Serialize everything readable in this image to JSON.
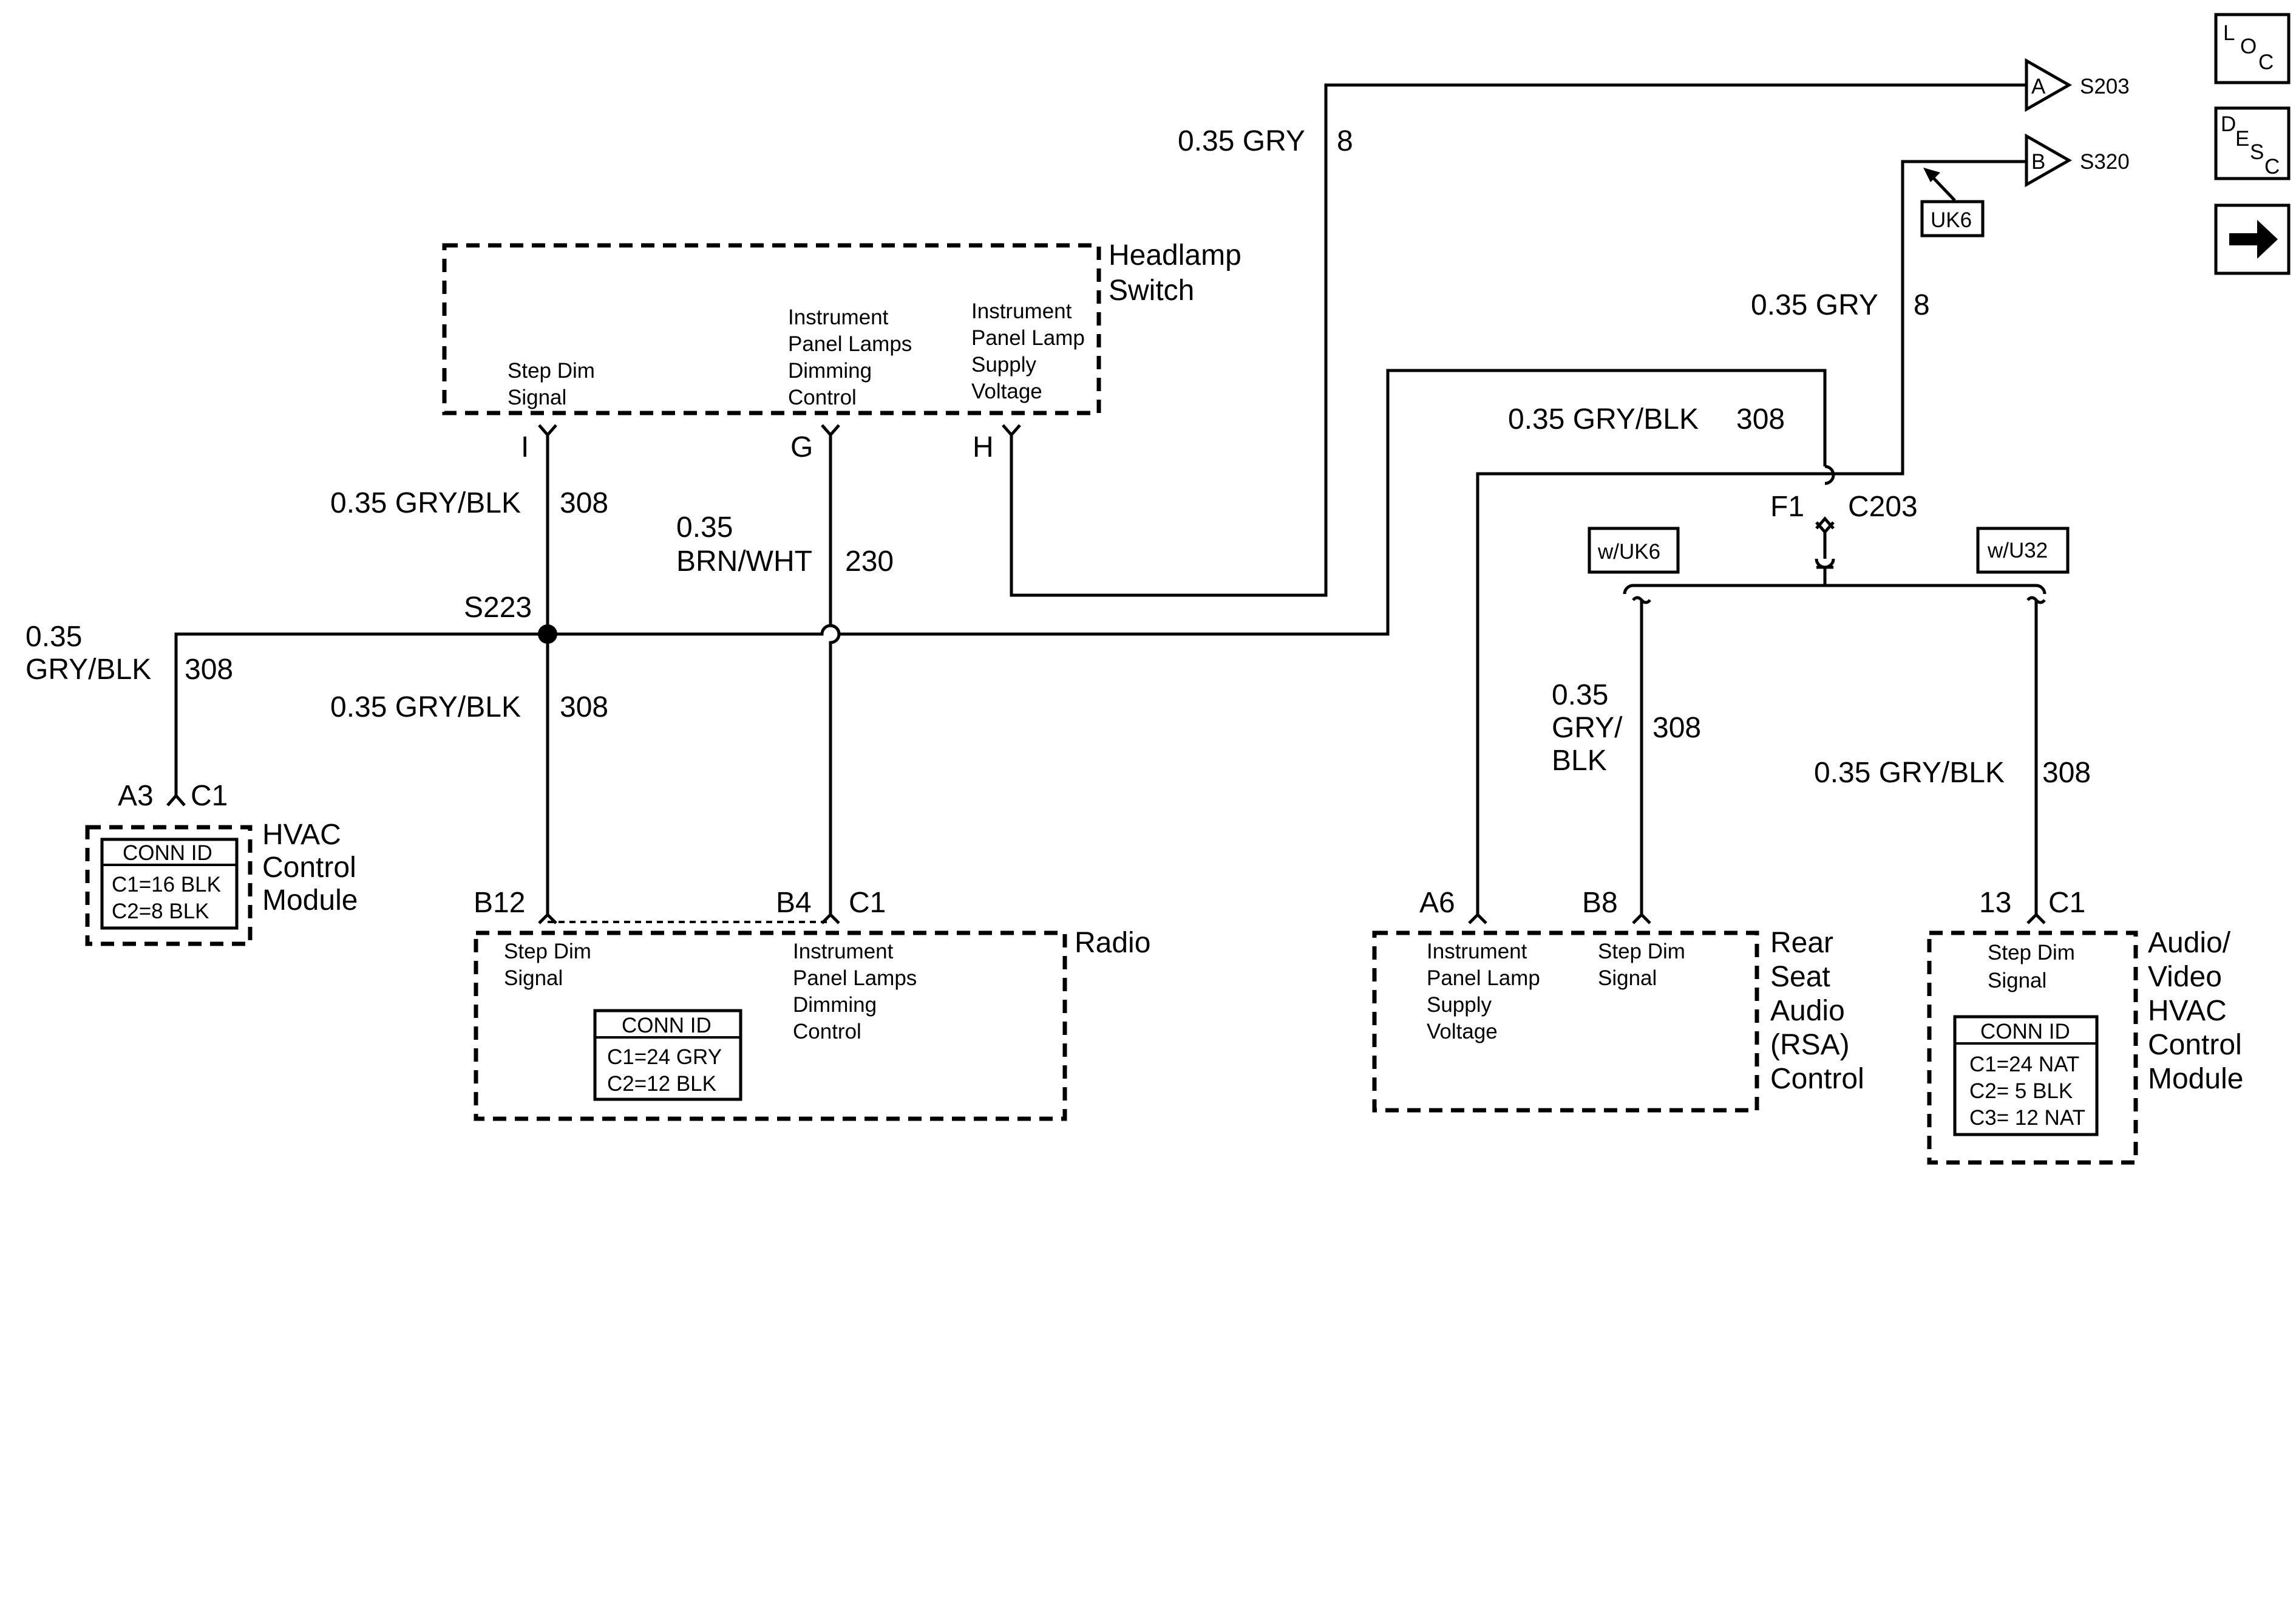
{
  "nav": {
    "loc": {
      "l1": "L",
      "l2": "O",
      "l3": "C"
    },
    "desc": {
      "l1": "D",
      "l2": "E",
      "l3": "S",
      "l4": "C"
    }
  },
  "icons": {
    "nav_next": "right-arrow-icon"
  },
  "headlamp_switch": {
    "title_line1": "Headlamp",
    "title_line2": "Switch",
    "pin_i": {
      "line1": "Step Dim",
      "line2": "Signal",
      "pin": "I"
    },
    "pin_g": {
      "line1": "Instrument",
      "line2": "Panel Lamps",
      "line3": "Dimming",
      "line4": "Control",
      "pin": "G"
    },
    "pin_h": {
      "line1": "Instrument",
      "line2": "Panel Lamp",
      "line3": "Supply",
      "line4": "Voltage",
      "pin": "H"
    }
  },
  "wires": {
    "w_top_gry": {
      "size_color": "0.35 GRY",
      "circuit": "8"
    },
    "w_right_gry": {
      "size_color": "0.35 GRY",
      "circuit": "8"
    },
    "w_right_gryblk": {
      "size_color": "0.35 GRY/BLK",
      "circuit": "308"
    },
    "w_i_upper": {
      "size_color": "0.35 GRY/BLK",
      "circuit": "308"
    },
    "w_g": {
      "line1": "0.35",
      "line2": "BRN/WHT",
      "circuit": "230"
    },
    "w_i_lower": {
      "size_color": "0.35 GRY/BLK",
      "circuit": "308"
    },
    "w_hvac": {
      "line1": "0.35",
      "line2": "GRY/BLK",
      "circuit": "308"
    },
    "w_rsa": {
      "line1": "0.35",
      "line2": "GRY/",
      "line3": "BLK",
      "circuit": "308"
    },
    "w_avhvac": {
      "size_color": "0.35 GRY/BLK",
      "circuit": "308"
    }
  },
  "splice": {
    "s223": "S223"
  },
  "offpage": {
    "a": {
      "letter": "A",
      "ref": "S203"
    },
    "b": {
      "letter": "B",
      "ref": "S320"
    },
    "uk6": "UK6"
  },
  "connector_c203": {
    "pin": "F1",
    "name": "C203"
  },
  "options": {
    "uk6": "w/UK6",
    "u32": "w/U32"
  },
  "hvac_module": {
    "pin": "A3",
    "conn": "C1",
    "title_line1": "HVAC",
    "title_line2": "Control",
    "title_line3": "Module",
    "conn_id": {
      "header": "CONN ID",
      "row1": "C1=16 BLK",
      "row2": "C2=8 BLK"
    }
  },
  "radio": {
    "title": "Radio",
    "pin_b12": "B12",
    "pin_b4": "B4",
    "conn": "C1",
    "step_dim": {
      "line1": "Step Dim",
      "line2": "Signal"
    },
    "ipl": {
      "line1": "Instrument",
      "line2": "Panel Lamps",
      "line3": "Dimming",
      "line4": "Control"
    },
    "conn_id": {
      "header": "CONN ID",
      "row1": "C1=24 GRY",
      "row2": "C2=12 BLK"
    }
  },
  "rsa": {
    "title_line1": "Rear",
    "title_line2": "Seat",
    "title_line3": "Audio",
    "title_line4": "(RSA)",
    "title_line5": "Control",
    "pin_a6": "A6",
    "pin_b8": "B8",
    "ipl": {
      "line1": "Instrument",
      "line2": "Panel Lamp",
      "line3": "Supply",
      "line4": "Voltage"
    },
    "step_dim": {
      "line1": "Step Dim",
      "line2": "Signal"
    }
  },
  "av_hvac": {
    "title_line1": "Audio/",
    "title_line2": "Video",
    "title_line3": "HVAC",
    "title_line4": "Control",
    "title_line5": "Module",
    "pin": "13",
    "conn": "C1",
    "step_dim": {
      "line1": "Step Dim",
      "line2": "Signal"
    },
    "conn_id": {
      "header": "CONN ID",
      "row1": "C1=24 NAT",
      "row2": "C2= 5 BLK",
      "row3": "C3= 12 NAT"
    }
  }
}
